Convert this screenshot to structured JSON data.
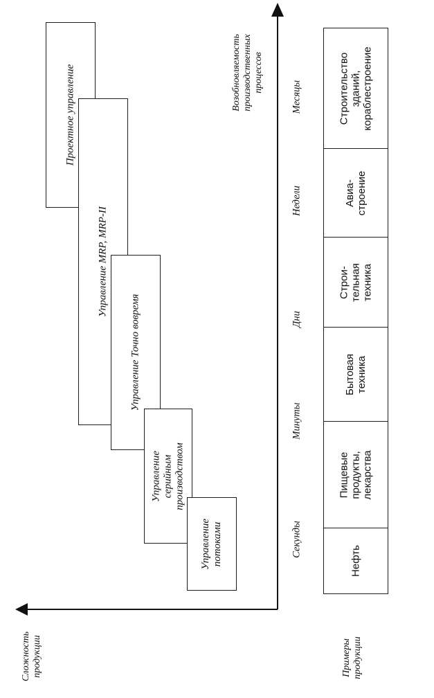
{
  "axes": {
    "vertical_caption": [
      "Возобновляемость",
      "производственных",
      "процессов"
    ],
    "horizontal_caption": [
      "Сложность",
      "продукции"
    ],
    "examples_caption": [
      "Примеры",
      "продукции"
    ]
  },
  "time_scale": [
    "Месяцы",
    "Недели",
    "Дни",
    "Минуты",
    "Секунды"
  ],
  "management_methods": [
    {
      "id": "project",
      "lines": [
        "Проектное управление"
      ]
    },
    {
      "id": "mrp",
      "lines": [
        "Управление MRP, MRP-II"
      ]
    },
    {
      "id": "jit",
      "lines": [
        "Управление Точно вовремя"
      ]
    },
    {
      "id": "serial",
      "lines": [
        "Управление",
        "серийным",
        "производством"
      ]
    },
    {
      "id": "flow",
      "lines": [
        "Управление",
        "потоками"
      ]
    }
  ],
  "product_examples": [
    {
      "id": "shipbuilding",
      "lines": [
        "Строительство",
        "зданий,",
        "кораблестроение"
      ]
    },
    {
      "id": "aircraft",
      "lines": [
        "Авиа-",
        "строение"
      ]
    },
    {
      "id": "construction",
      "lines": [
        "Строи-",
        "тельная",
        "техника"
      ]
    },
    {
      "id": "appliances",
      "lines": [
        "Бытовая",
        "техника"
      ]
    },
    {
      "id": "food",
      "lines": [
        "Пищевые",
        "продукты,",
        "лекарства"
      ]
    },
    {
      "id": "oil",
      "lines": [
        "Нефть"
      ]
    }
  ]
}
